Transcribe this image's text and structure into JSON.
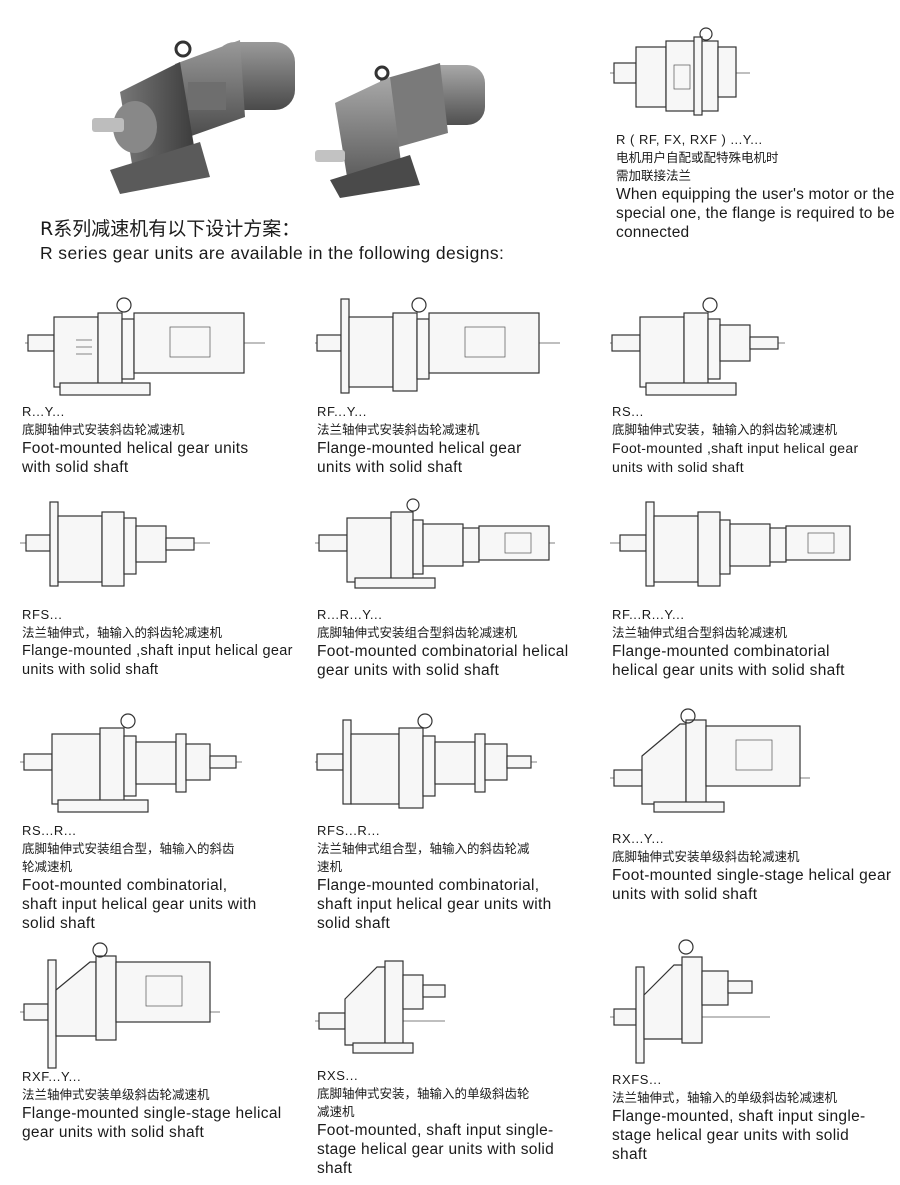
{
  "heading": {
    "cn": "R系列减速机有以下设计方案：",
    "en": "R series gear units are available in the following designs:"
  },
  "note": {
    "code": "R ( RF, FX, RXF ) ...Y...",
    "cn_line1": "电机用户自配或配特殊电机时",
    "cn_line2": "需加联接法兰",
    "en": "When equipping the user's motor or the special one, the flange is required to be connected"
  },
  "designs": [
    {
      "code": "R...Y...",
      "cn": "底脚轴伸式安装斜齿轮减速机",
      "en": "Foot-mounted helical gear units with solid shaft",
      "icon": "foot-mounted-motor-drawing"
    },
    {
      "code": "RF...Y...",
      "cn": "法兰轴伸式安装斜齿轮减速机",
      "en": "Flange-mounted helical gear units with solid shaft",
      "icon": "flange-mounted-motor-drawing"
    },
    {
      "code": "RS...",
      "cn": "底脚轴伸式安装，轴输入的斜齿轮减速机",
      "en": "Foot-mounted ,shaft input helical gear units with solid shaft",
      "icon": "foot-mounted-shaft-input-drawing"
    },
    {
      "code": "RFS...",
      "cn": "法兰轴伸式，轴输入的斜齿轮减速机",
      "en": "Flange-mounted ,shaft input helical gear units with solid shaft",
      "icon": "flange-mounted-shaft-input-drawing"
    },
    {
      "code": "R...R...Y...",
      "cn": "底脚轴伸式安装组合型斜齿轮减速机",
      "en": "Foot-mounted combinatorial helical gear units with solid shaft",
      "icon": "foot-mounted-combinatorial-drawing"
    },
    {
      "code": "RF...R...Y...",
      "cn": "法兰轴伸式组合型斜齿轮减速机",
      "en": "Flange-mounted combinatorial helical gear units with solid shaft",
      "icon": "flange-mounted-combinatorial-drawing"
    },
    {
      "code": "RS...R...",
      "cn": "底脚轴伸式安装组合型，轴输入的斜齿轮减速机",
      "en": "Foot-mounted combinatorial, shaft input helical gear units with solid shaft",
      "icon": "foot-mounted-combinatorial-shaft-input-drawing"
    },
    {
      "code": "RFS...R...",
      "cn": "法兰轴伸式组合型，轴输入的斜齿轮减速机",
      "en": "Flange-mounted combinatorial, shaft input helical gear units with solid shaft",
      "icon": "flange-mounted-combinatorial-shaft-input-drawing"
    },
    {
      "code": "RX...Y...",
      "cn": "底脚轴伸式安装单级斜齿轮减速机",
      "en": "Foot-mounted single-stage helical gear units with solid shaft",
      "icon": "single-stage-foot-motor-drawing"
    },
    {
      "code": "RXF...Y...",
      "cn": "法兰轴伸式安装单级斜齿轮减速机",
      "en": "Flange-mounted single-stage helical gear units with solid shaft",
      "icon": "single-stage-flange-motor-drawing"
    },
    {
      "code": "RXS...",
      "cn": "底脚轴伸式安装，轴输入的单级斜齿轮减速机",
      "en": "Foot-mounted, shaft input single-stage helical gear units with solid shaft",
      "icon": "single-stage-foot-shaft-input-drawing"
    },
    {
      "code": "RXFS...",
      "cn": "法兰轴伸式，轴输入的单级斜齿轮减速机",
      "en": "Flange-mounted, shaft input single-stage helical gear units with solid shaft",
      "icon": "single-stage-flange-shaft-input-drawing"
    }
  ]
}
